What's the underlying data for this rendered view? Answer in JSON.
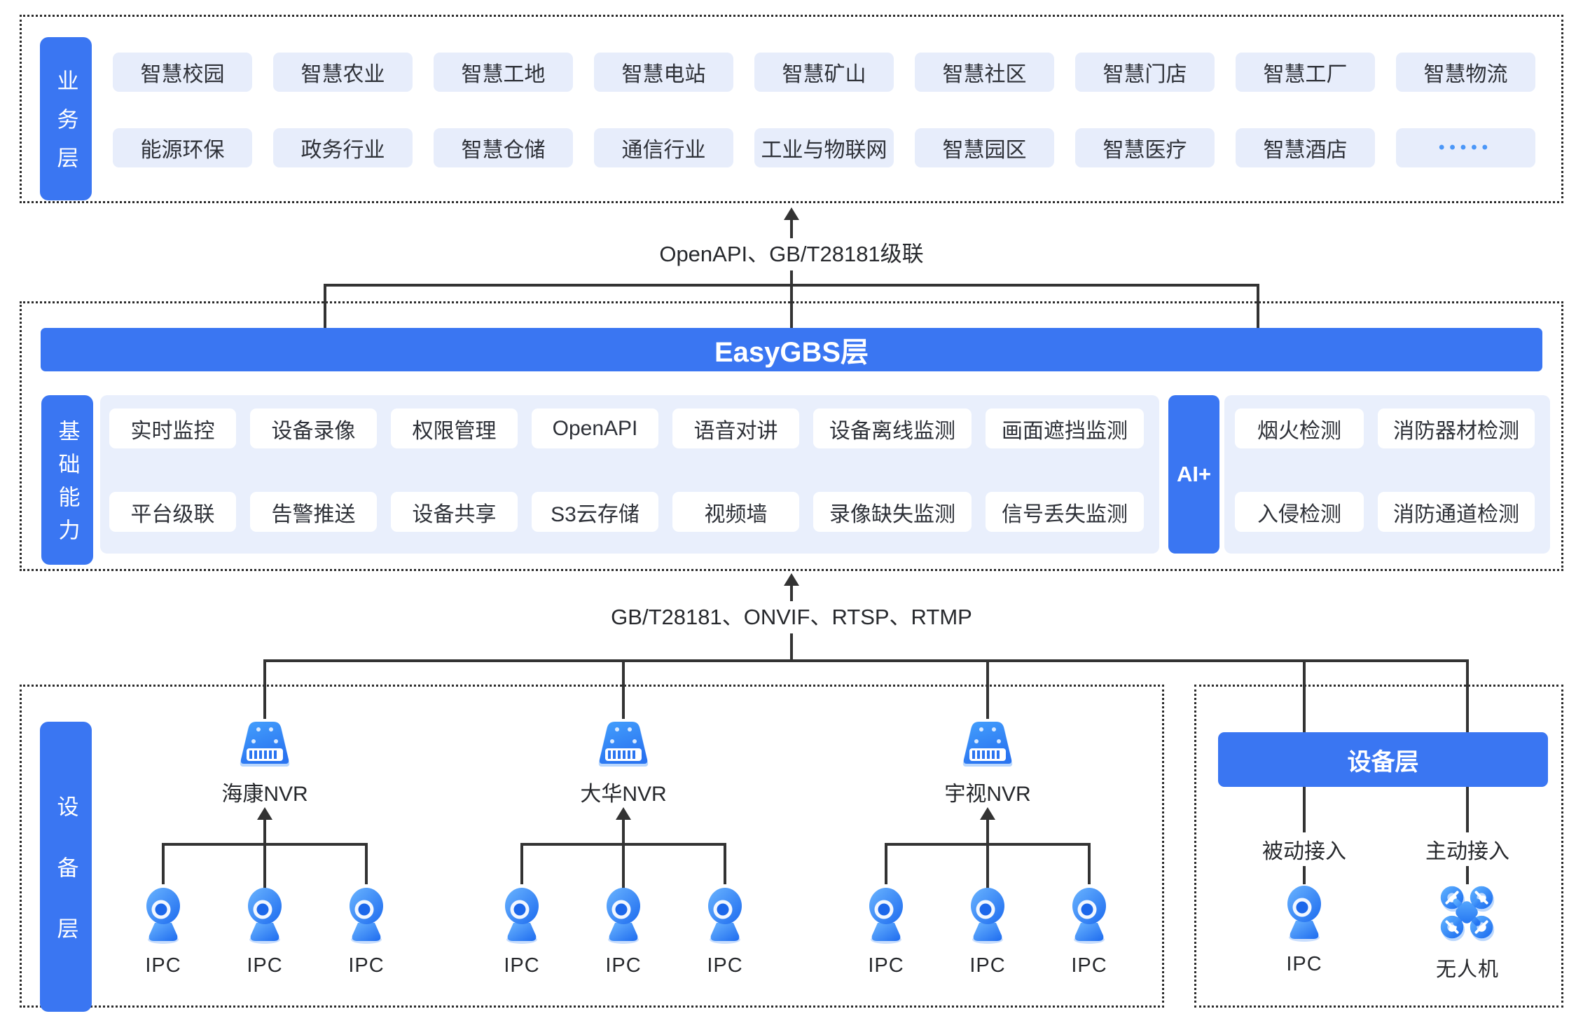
{
  "business_layer": {
    "label": "业务层",
    "rows": [
      [
        "智慧校园",
        "智慧农业",
        "智慧工地",
        "智慧电站",
        "智慧矿山",
        "智慧社区",
        "智慧门店",
        "智慧工厂",
        "智慧物流"
      ],
      [
        "能源环保",
        "政务行业",
        "智慧仓储",
        "通信行业",
        "工业与物联网",
        "智慧园区",
        "智慧医疗",
        "智慧酒店"
      ]
    ],
    "more_label": "•••••"
  },
  "top_connector": {
    "label": "OpenAPI、GB/T28181级联"
  },
  "easygbs_layer": {
    "banner": "EasyGBS层",
    "label": "基础能力",
    "capability_rows": [
      [
        "实时监控",
        "设备录像",
        "权限管理",
        "OpenAPI",
        "语音对讲",
        "设备离线监测",
        "画面遮挡监测"
      ],
      [
        "平台级联",
        "告警推送",
        "设备共享",
        "S3云存储",
        "视频墙",
        "录像缺失监测",
        "信号丢失监测"
      ]
    ],
    "ai_label": "AI+",
    "ai_rows": [
      [
        "烟火检测",
        "消防器材检测"
      ],
      [
        "入侵检测",
        "消防通道检测"
      ]
    ]
  },
  "bottom_connector": {
    "label": "GB/T28181、ONVIF、RTSP、RTMP"
  },
  "device_layer": {
    "label": "设备层",
    "nvr_groups": [
      {
        "name": "海康NVR",
        "cameras": [
          "IPC",
          "IPC",
          "IPC"
        ]
      },
      {
        "name": "大华NVR",
        "cameras": [
          "IPC",
          "IPC",
          "IPC"
        ]
      },
      {
        "name": "宇视NVR",
        "cameras": [
          "IPC",
          "IPC",
          "IPC"
        ]
      }
    ]
  },
  "access_panel": {
    "banner": "设备层",
    "passive_label": "被动接入",
    "active_label": "主动接入",
    "ipc_label": "IPC",
    "drone_label": "无人机"
  },
  "colors": {
    "accent_blue": "#3a76f2",
    "chip_bg": "#e7edfb",
    "panel_bg": "#e9effc",
    "line": "#333333",
    "text": "#2e3138"
  }
}
